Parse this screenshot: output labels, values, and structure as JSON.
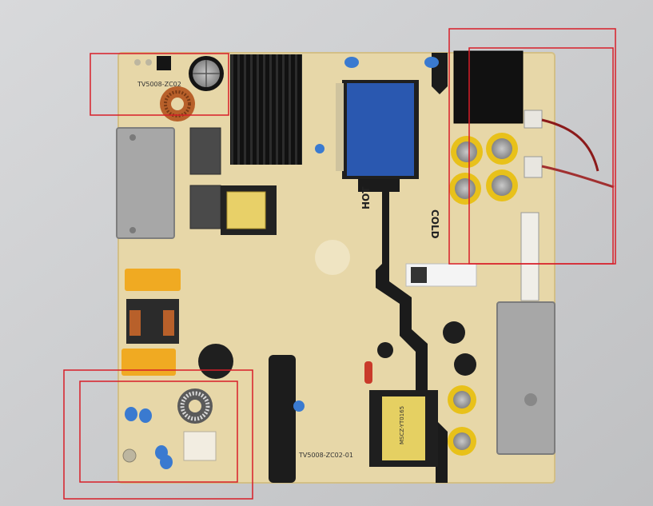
{
  "scene": {
    "description_free": true,
    "colors": {
      "background": "#cfd0d2",
      "board": "#e6d6a6",
      "board_edge": "#d9c690",
      "trace": "#1b1b1b",
      "highlight": "#d81e28",
      "transformer_blue": "#2a58b0",
      "capacitor_yellow": "#e8c11a",
      "capacitor_blue": "#3a7ad0",
      "heatsink": "#1e1e1e",
      "shield": "#a9a9a9",
      "orange_transformer": "#f0a826"
    }
  },
  "labels": {
    "model_top": "TV5008-ZC02",
    "model_bottom": "TV5008-ZC02-01",
    "hot": "HOT",
    "cold": "COLD",
    "transformer_bottom_code": "MSCZ-YT0165"
  },
  "highlight_boxes": [
    {
      "name": "highlight-box-top-left"
    },
    {
      "name": "highlight-box-top-right-outer"
    },
    {
      "name": "highlight-box-top-right-inner"
    },
    {
      "name": "highlight-box-bottom-left-outer"
    },
    {
      "name": "highlight-box-bottom-left-inner"
    }
  ]
}
